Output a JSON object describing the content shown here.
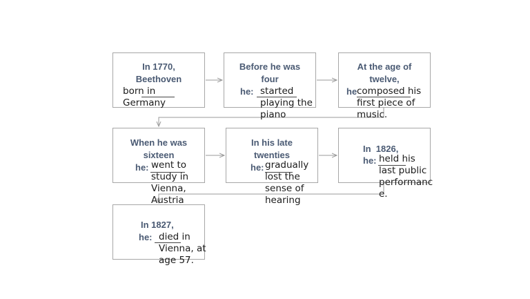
{
  "steps": [
    {
      "prompt": "In 1770,\nBeethoven",
      "he": "",
      "answer": "born in\nGermany"
    },
    {
      "prompt": "Before he was\nfour",
      "he": "he:",
      "answer": "started\nplaying the\npiano"
    },
    {
      "prompt": "At the age of\ntwelve,",
      "he": "he",
      "answer": "composed his\nfirst piece of\nmusic."
    },
    {
      "prompt": "When he was\nsixteen",
      "he": "he:",
      "answer": "went to\nstudy in\nVienna,\nAustria"
    },
    {
      "prompt": "In his late\ntwenties",
      "he": "he:",
      "answer": "gradually\nlost the\nsense of\nhearing"
    },
    {
      "prompt": "In  1826,",
      "he": "he:",
      "answer": "held his\nlast public\nperformanc\ne."
    },
    {
      "prompt": "In 1827,",
      "he": "he:",
      "answer": "died in\nVienna, at\nage 57."
    }
  ]
}
